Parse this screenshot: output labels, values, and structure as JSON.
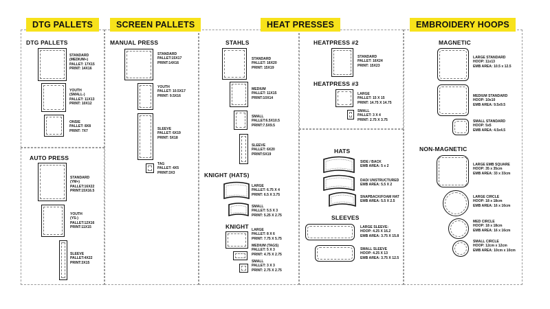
{
  "headers": {
    "dtg": "DTG PALLETS",
    "screen": "SCREEN PALLETS",
    "heat": "HEAT PRESSES",
    "embroidery": "EMBROIDERY HOOPS"
  },
  "dtg": {
    "title": "DTG PALLETS",
    "items": [
      {
        "lines": [
          "STANDARD",
          "(MEDIUM+)",
          "PALLET: 17X15",
          "PRINT: 14X16"
        ]
      },
      {
        "lines": [
          "YOUTH",
          "(SMALL-)",
          "PALLET: 11X13",
          "PRINT: 10X12"
        ]
      },
      {
        "lines": [
          "ONSIE",
          "PALLET: 8X8",
          "PRINT: 7X7"
        ]
      }
    ]
  },
  "auto": {
    "title": "AUTO PRESS",
    "items": [
      {
        "lines": [
          "STANDARD",
          "(YM+)",
          "PALLET:16X22",
          "PRINT:15X16.5"
        ]
      },
      {
        "lines": [
          "YOUTH",
          "(YS-)",
          "PALLET:12X16",
          "PRINT:11X15"
        ]
      },
      {
        "lines": [
          "SLEEVE",
          "PALLET:4X22",
          "PRINT:3X15"
        ]
      }
    ]
  },
  "manual": {
    "title": "MANUAL PRESS",
    "items": [
      {
        "lines": [
          "STANDARD",
          "PALLET:15X17",
          "PRINT:14X16"
        ]
      },
      {
        "lines": [
          "YOUTH",
          "PALLET: 10.5X17",
          "PRINT: 9.5X16"
        ]
      },
      {
        "lines": [
          "SLEEVE",
          "PALLET: 6X19",
          "PRINT: 5X18"
        ]
      },
      {
        "lines": [
          "TAG",
          "PALLET: 4X5",
          "PRINT:3X3"
        ]
      }
    ]
  },
  "stahls": {
    "title": "STAHLS",
    "items": [
      {
        "lines": [
          "STANDARD",
          "PALLET: 16X20",
          "PRINT: 15X19"
        ]
      },
      {
        "lines": [
          "MEDIUM",
          "PALLET: 11X15",
          "PRINT:10X14"
        ]
      },
      {
        "lines": [
          "SMALL",
          "PALLET:6.5X10.5",
          "PRINT:7.5X9.5"
        ]
      },
      {
        "lines": [
          "SLEEVE",
          "PALLET: 6X20",
          "PRINT:5X19"
        ]
      }
    ]
  },
  "knight_hats": {
    "title": "KNIGHT (HATS)",
    "items": [
      {
        "lines": [
          "LARGE",
          "PALLET: 6.75 X 4",
          "PRINT: 6.5 X 3.75"
        ]
      },
      {
        "lines": [
          "SMALL",
          "PALLET: 5.5 X 3",
          "PRINT: 5.25 X 2.75"
        ]
      }
    ]
  },
  "knight": {
    "title": "KNIGHT",
    "items": [
      {
        "lines": [
          "LARGE",
          "PALLET: 8 X 6",
          "PRINT: 7.75 X 5.75"
        ]
      },
      {
        "lines": [
          "MEDIUM (TAGS)",
          "PALLET: 5 X 3",
          "PRINT: 4.75 X 2.75"
        ]
      },
      {
        "lines": [
          "SMALL",
          "PALLET: 3 X 3",
          "PRINT: 2.75 X 2.75"
        ]
      }
    ]
  },
  "heatpress2": {
    "title": "HEATPRESS #2",
    "items": [
      {
        "lines": [
          "STANDARD",
          "PALLET: 16X24",
          "PRINT: 15X23"
        ]
      }
    ]
  },
  "heatpress3": {
    "title": "HEATPRESS #3",
    "items": [
      {
        "lines": [
          "LARGE",
          "PALLET: 15 X 15",
          "PRINT: 14.75 X 14.75"
        ]
      },
      {
        "lines": [
          "SMALL",
          "PALLET: 3 X 4",
          "PRINT: 2.75 X 3.75"
        ]
      }
    ]
  },
  "hats": {
    "title": "HATS",
    "items": [
      {
        "lines": [
          "SIDE / BACK",
          "EMB AREA: 5 x 2"
        ]
      },
      {
        "lines": [
          "DAD/ UNSTRUCTURED",
          "EMB AREA: 5.5 X 2"
        ]
      },
      {
        "lines": [
          "SNAPBACK/FOAM HAT",
          "EMB AREA: 5.5 X 2.5"
        ]
      }
    ]
  },
  "sleeves": {
    "title": "SLEEVES",
    "items": [
      {
        "lines": [
          "LARGE SLEEVE:",
          "HOOP: 4.25 X 16.2",
          "EMB AREA: 3.75 X 15.8"
        ]
      },
      {
        "lines": [
          "SMALL SLEEVE",
          "HOOP: 4.25 X 13",
          "EMB AREA: 3.75 X 12.5"
        ]
      }
    ]
  },
  "magnetic": {
    "title": "MAGNETIC",
    "items": [
      {
        "lines": [
          "LARGE STANDARD",
          "HOOP: 11x13",
          "EMB AREA: 10.5 x 12.5"
        ]
      },
      {
        "lines": [
          "MEDIUM STANDARD",
          "HOOP: 10x10",
          "EMB AREA: 9.5x9.5"
        ]
      },
      {
        "lines": [
          "SMALL STANDARD",
          "HOOP: 5x5",
          "EMB AREA: 4.5x4.5"
        ]
      }
    ]
  },
  "nonmagnetic": {
    "title": "NON-MAGNETIC",
    "items": [
      {
        "lines": [
          "LARGE EMB SQUARE",
          "HOOP: 35 x 35cm",
          "EMB AREA: 33 x 33cm"
        ]
      },
      {
        "lines": [
          "LARGE CIRCLE",
          "HOOP: 18 x 18cm",
          "EMB AREA: 16 x 16cm"
        ]
      },
      {
        "lines": [
          "MED CIRCLE",
          "HOOP: 18 x 18cm",
          "EMB AREA: 16 x 16cm"
        ]
      },
      {
        "lines": [
          "SMALL CIRCLE",
          "HOOP: 12cm x 12cm",
          "EMB AREA: 10cm x 10cm"
        ]
      }
    ]
  }
}
